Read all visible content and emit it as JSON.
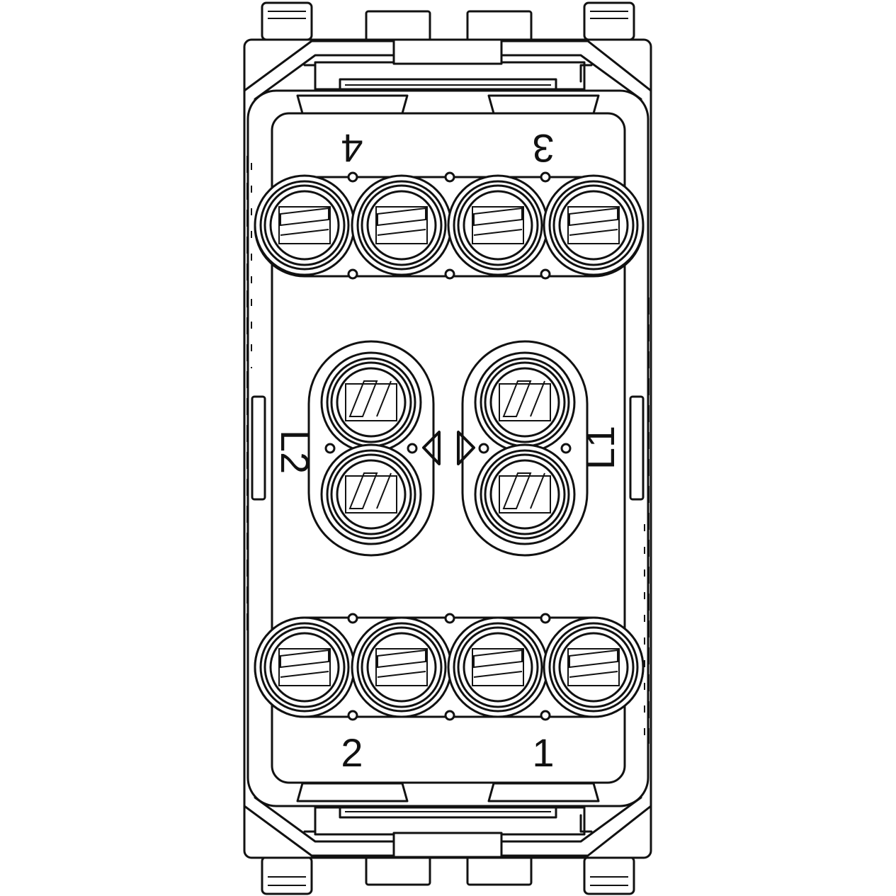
{
  "terminals": {
    "top_left": "4",
    "top_right": "3",
    "bottom_left": "2",
    "bottom_right": "1",
    "mid_left": "L2",
    "mid_right": "L1"
  },
  "colors": {
    "line": "#111111",
    "background": "#ffffff"
  }
}
